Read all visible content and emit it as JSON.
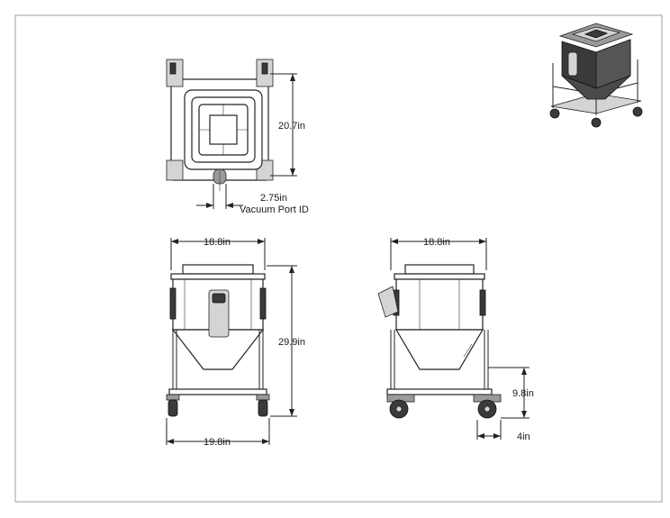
{
  "dimensions": {
    "top_height": "20.7in",
    "port_size": "2.75in",
    "port_label": "Vacuum Port ID",
    "front_width": "18.8in",
    "front_height": "29.9in",
    "front_base_width": "19.8in",
    "side_width": "18.8in",
    "side_wheel_height": "9.8in",
    "side_offset": "4in"
  }
}
